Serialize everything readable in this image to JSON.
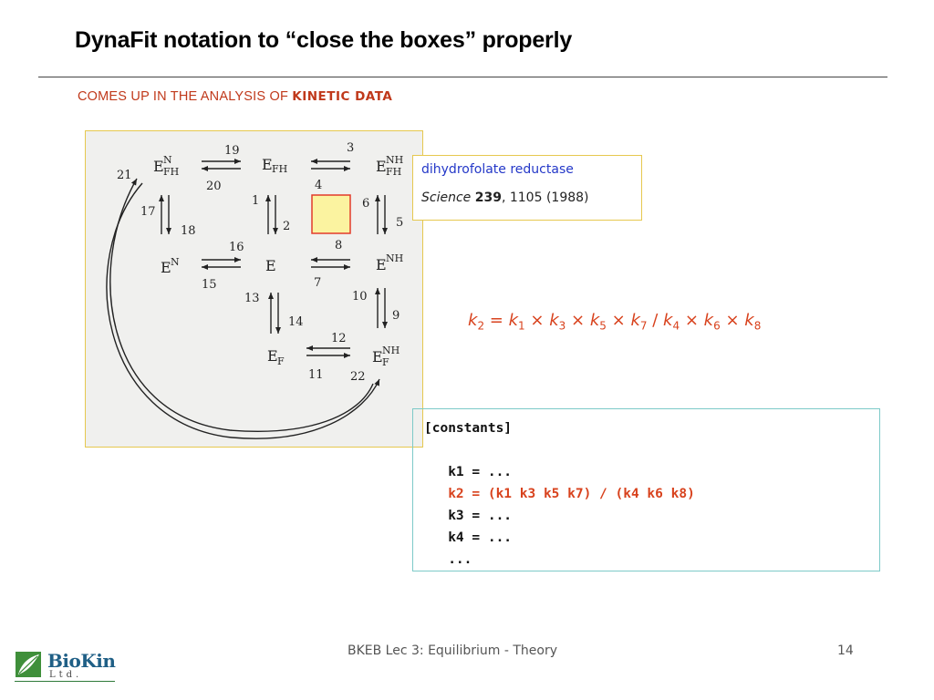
{
  "slide": {
    "title": "DynaFit notation to “close the boxes” properly",
    "subtitle_prefix": "COMES UP IN THE ANALYSIS OF ",
    "subtitle_emphasis": "KINETIC  DATA"
  },
  "scheme": {
    "species": {
      "E": "E",
      "EFH": "FH",
      "EN": "N",
      "ENFH_sup": "N",
      "ENFH_sub": "FH",
      "ENHFH_sup": "NH",
      "ENHFH_sub": "FH",
      "ENH": "NH",
      "EF": "F",
      "ENHF_sup": "NH",
      "ENHF_sub": "F",
      "base": "E"
    },
    "steps": [
      "1",
      "2",
      "3",
      "4",
      "5",
      "6",
      "7",
      "8",
      "9",
      "10",
      "11",
      "12",
      "13",
      "14",
      "15",
      "16",
      "17",
      "18",
      "19",
      "20",
      "21",
      "22"
    ],
    "highlight_color": "#fbf3a0",
    "highlight_border": "#e23a2a"
  },
  "reference": {
    "enzyme": "dihydrofolate reductase",
    "journal": "Science",
    "volume": "239",
    "rest": ", 1105 (1988)"
  },
  "equation": {
    "parts": [
      {
        "k": "k",
        "sub": "2"
      },
      {
        "op": " = "
      },
      {
        "k": "k",
        "sub": "1"
      },
      {
        "op": " × "
      },
      {
        "k": "k",
        "sub": "3"
      },
      {
        "op": " × "
      },
      {
        "k": "k",
        "sub": "5"
      },
      {
        "op": " × "
      },
      {
        "k": "k",
        "sub": "7"
      },
      {
        "op": " / "
      },
      {
        "k": "k",
        "sub": "4"
      },
      {
        "op": " × "
      },
      {
        "k": "k",
        "sub": "6"
      },
      {
        "op": " × "
      },
      {
        "k": "k",
        "sub": "8"
      }
    ]
  },
  "code": {
    "lines": [
      "[constants]",
      "",
      "   k1 = ...",
      "   k2 = (k1 k3 k5 k7) / (k4 k6 k8)",
      "   k3 = ...",
      "   k4 = ...",
      "   ..."
    ],
    "highlight_line": 3,
    "highlight_color": "#d8421d"
  },
  "footer": {
    "text": "BKEB Lec 3: Equilibrium - Theory",
    "page": "14"
  },
  "logo": {
    "name_part1": "Bio",
    "name_part2": "Kin",
    "ltd": "Ltd."
  }
}
